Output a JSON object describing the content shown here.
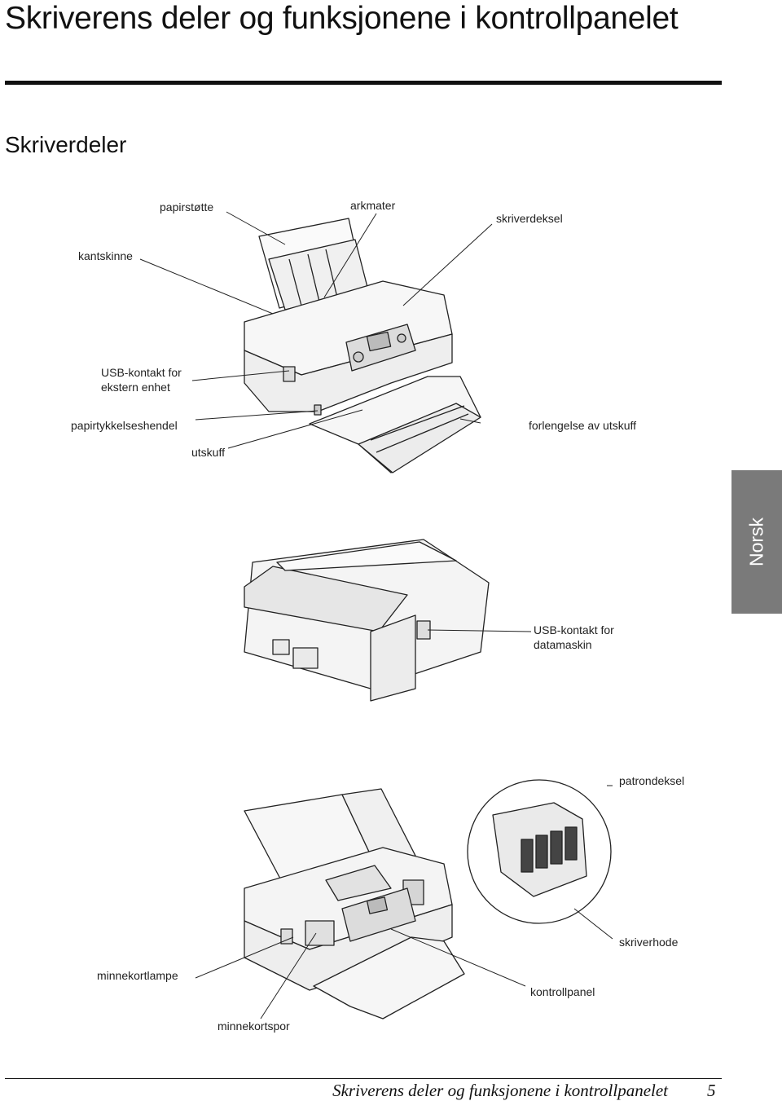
{
  "page": {
    "title": "Skriverens deler og funksjonene i kontrollpanelet",
    "section": "Skriverdeler",
    "side_tab": "Norsk"
  },
  "figure1": {
    "labels": {
      "paper_support": "papirstøtte",
      "sheet_feeder": "arkmater",
      "printer_cover": "skriverdeksel",
      "edge_guide": "kantskinne",
      "usb_external": "USB-kontakt for\nekstern enhet",
      "thickness_lever": "papirtykkelseshendel",
      "output_extension": "forlengelse av utskuff",
      "output_tray": "utskuff"
    }
  },
  "figure2": {
    "labels": {
      "usb_computer": "USB-kontakt for\ndatamaskin"
    }
  },
  "figure3": {
    "labels": {
      "cartridge_cover": "patrondeksel",
      "print_head": "skriverhode",
      "memory_card_lamp": "minnekortlampe",
      "control_panel": "kontrollpanel",
      "memory_card_slot": "minnekortspor"
    }
  },
  "footer": {
    "running_title": "Skriverens deler og funksjonene i kontrollpanelet",
    "page_number": "5"
  }
}
